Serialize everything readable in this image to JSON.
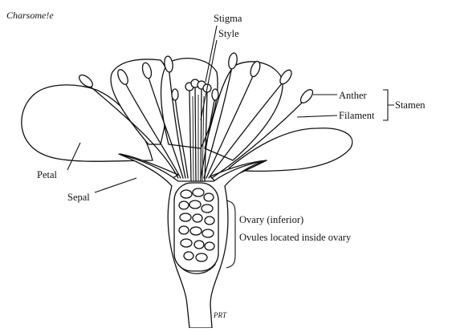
{
  "title": "Charsome!e",
  "labels": {
    "stigma": "Stigma",
    "style": "Style",
    "anther": "Anther",
    "filament": "Filament",
    "stamen": "Stamen",
    "petal": "Petal",
    "sepal": "Sepal",
    "ovary": "Ovary (inferior)",
    "ovules": "Ovules located inside ovary"
  },
  "signature": "PRT"
}
